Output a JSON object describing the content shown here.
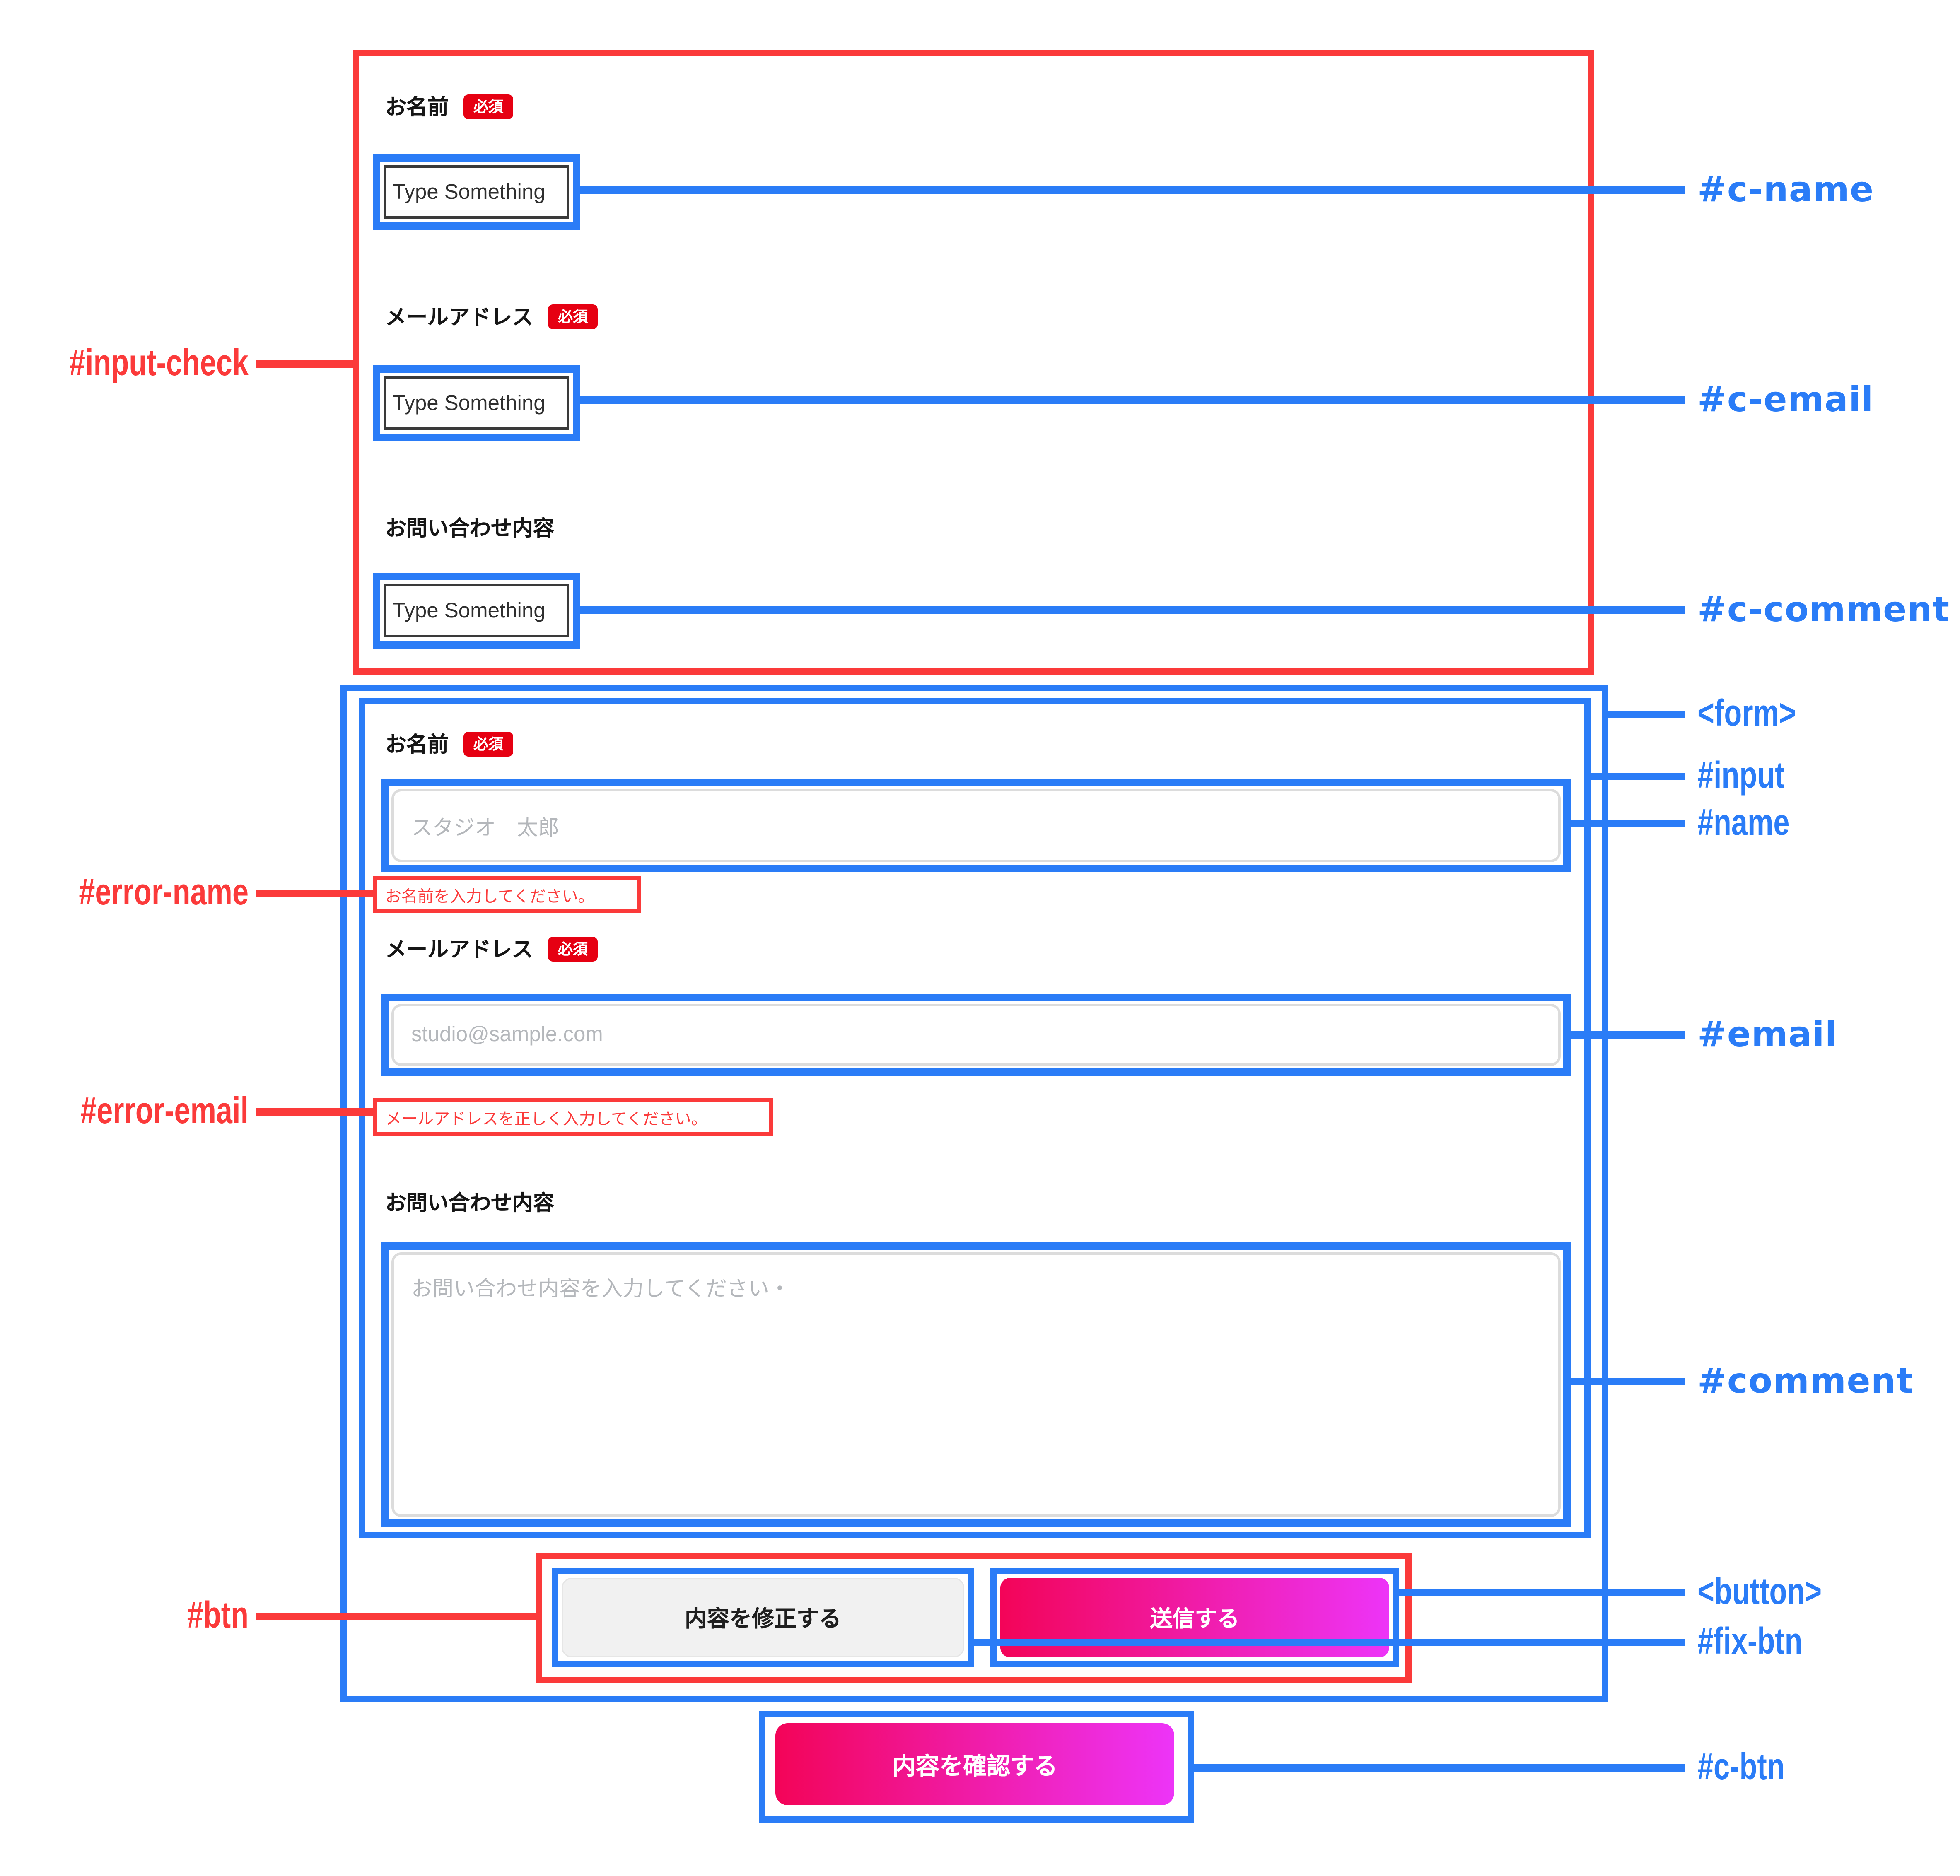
{
  "colors": {
    "annotation_blue": "#2a7cf7",
    "annotation_red": "#fb3a3a",
    "badge_red": "#e60012",
    "button_gradient_start": "#f30458",
    "button_gradient_end": "#ed34f8"
  },
  "top_box": {
    "annotation": "#input-check",
    "fields": [
      {
        "label": "お名前",
        "required_badge": "必須",
        "value": "Type Something",
        "annotation": "#c-name"
      },
      {
        "label": "メールアドレス",
        "required_badge": "必須",
        "value": "Type Something",
        "annotation": "#c-email"
      },
      {
        "label": "お問い合わせ内容",
        "value": "Type Something",
        "annotation": "#c-comment"
      }
    ]
  },
  "form": {
    "annotation": "<form>",
    "input_group_annotation": "#input",
    "fields": [
      {
        "label": "お名前",
        "required_badge": "必須",
        "placeholder": "スタジオ　太郎",
        "annotation": "#name",
        "error": {
          "text": "お名前を入力してください。",
          "annotation": "#error-name"
        }
      },
      {
        "label": "メールアドレス",
        "required_badge": "必須",
        "placeholder": "studio@sample.com",
        "annotation": "#email",
        "error": {
          "text": "メールアドレスを正しく入力してください。",
          "annotation": "#error-email"
        }
      },
      {
        "label": "お問い合わせ内容",
        "placeholder": "お問い合わせ内容を入力してください・",
        "annotation": "#comment"
      }
    ],
    "buttons": {
      "annotation": "#btn",
      "fix_button": {
        "label": "内容を修正する",
        "annotation": "#fix-btn"
      },
      "submit_button": {
        "label": "送信する",
        "annotation": "<button>"
      }
    }
  },
  "confirm_button": {
    "label": "内容を確認する",
    "annotation": "#c-btn"
  }
}
